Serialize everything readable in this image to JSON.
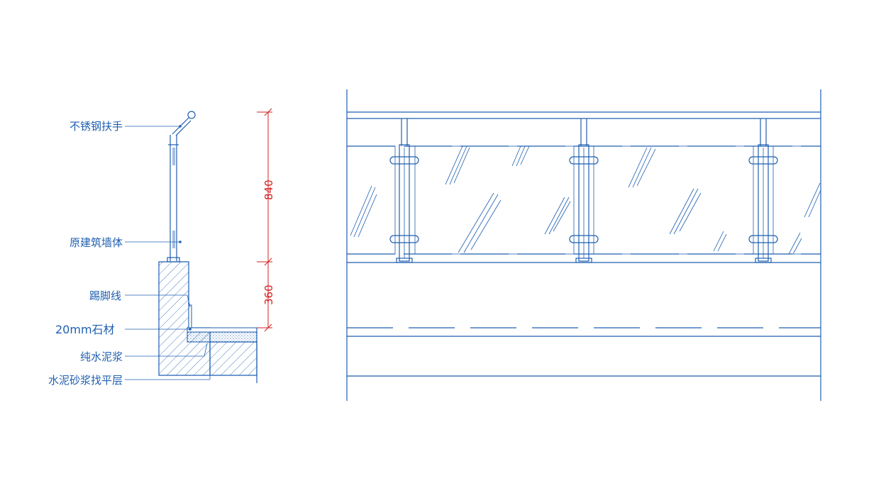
{
  "labels": {
    "handrail": "不锈钢扶手",
    "wall": "原建筑墙体",
    "skirting": "踢脚线",
    "stone": "20mm石材",
    "cement_paste": "纯水泥浆",
    "leveling": "水泥砂浆找平层"
  },
  "dimensions": {
    "upper": "840",
    "lower": "360"
  },
  "colors": {
    "lines": "#1f5fb0",
    "dimensions": "#d42020"
  }
}
